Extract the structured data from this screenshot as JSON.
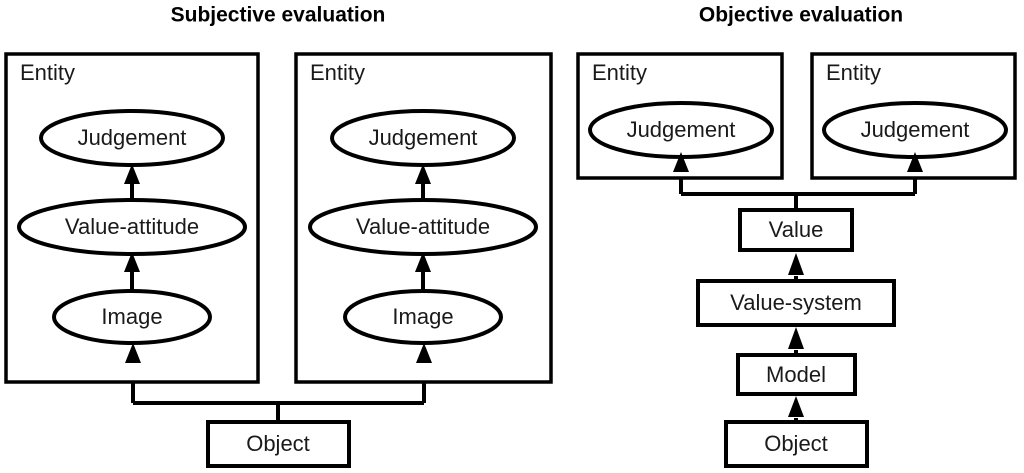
{
  "figure": {
    "type": "diagram",
    "background_color": "#ffffff",
    "line_color": "#000000",
    "text_color": "#1a1a1a"
  },
  "panels": [
    {
      "id": "subjective",
      "title": "Subjective evaluation",
      "entities": [
        {
          "id": "subjective-entity-1",
          "label": "Entity",
          "nodes": [
            {
              "id": "judgement",
              "label": "Judgement",
              "shape": "ellipse"
            },
            {
              "id": "value-attitude",
              "label": "Value-attitude",
              "shape": "ellipse"
            },
            {
              "id": "image",
              "label": "Image",
              "shape": "ellipse"
            }
          ]
        },
        {
          "id": "subjective-entity-2",
          "label": "Entity",
          "nodes": [
            {
              "id": "judgement",
              "label": "Judgement",
              "shape": "ellipse"
            },
            {
              "id": "value-attitude",
              "label": "Value-attitude",
              "shape": "ellipse"
            },
            {
              "id": "image",
              "label": "Image",
              "shape": "ellipse"
            }
          ]
        }
      ],
      "shared_nodes": [
        {
          "id": "object",
          "label": "Object",
          "shape": "rect"
        }
      ],
      "edges": [
        {
          "from": "object",
          "to": "subjective-entity-1.image",
          "arrow": true
        },
        {
          "from": "object",
          "to": "subjective-entity-2.image",
          "arrow": true
        },
        {
          "from": "subjective-entity-1.image",
          "to": "subjective-entity-1.value-attitude",
          "arrow": true
        },
        {
          "from": "subjective-entity-1.value-attitude",
          "to": "subjective-entity-1.judgement",
          "arrow": true
        },
        {
          "from": "subjective-entity-2.image",
          "to": "subjective-entity-2.value-attitude",
          "arrow": true
        },
        {
          "from": "subjective-entity-2.value-attitude",
          "to": "subjective-entity-2.judgement",
          "arrow": true
        }
      ]
    },
    {
      "id": "objective",
      "title": "Objective evaluation",
      "entities": [
        {
          "id": "objective-entity-1",
          "label": "Entity",
          "nodes": [
            {
              "id": "judgement",
              "label": "Judgement",
              "shape": "ellipse"
            }
          ]
        },
        {
          "id": "objective-entity-2",
          "label": "Entity",
          "nodes": [
            {
              "id": "judgement",
              "label": "Judgement",
              "shape": "ellipse"
            }
          ]
        }
      ],
      "shared_nodes": [
        {
          "id": "value",
          "label": "Value",
          "shape": "rect"
        },
        {
          "id": "value-system",
          "label": "Value-system",
          "shape": "rect"
        },
        {
          "id": "model",
          "label": "Model",
          "shape": "rect"
        },
        {
          "id": "object",
          "label": "Object",
          "shape": "rect"
        }
      ],
      "edges": [
        {
          "from": "object",
          "to": "model",
          "arrow": true
        },
        {
          "from": "model",
          "to": "value-system",
          "arrow": true
        },
        {
          "from": "value-system",
          "to": "value",
          "arrow": true
        },
        {
          "from": "value",
          "to": "objective-entity-1.judgement",
          "arrow": true
        },
        {
          "from": "value",
          "to": "objective-entity-2.judgement",
          "arrow": true
        }
      ]
    }
  ]
}
